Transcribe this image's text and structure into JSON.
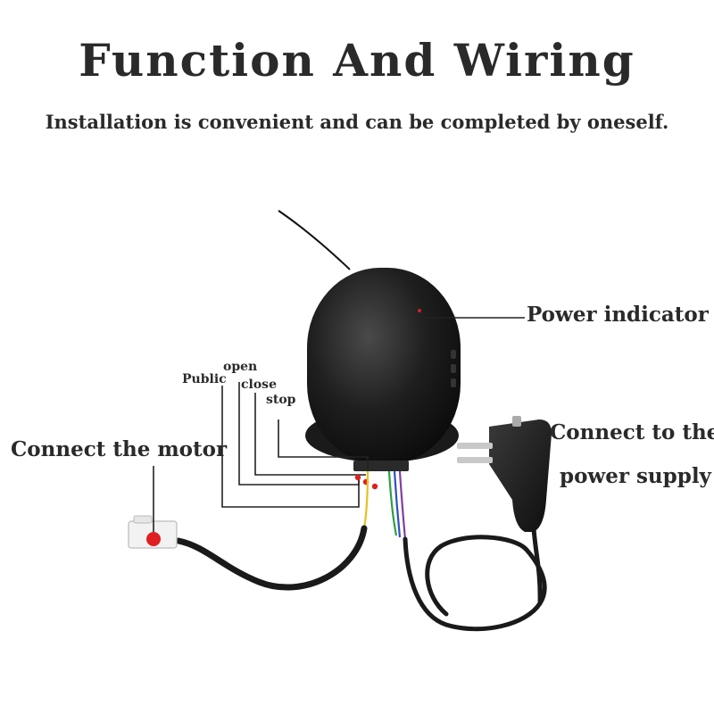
{
  "header": {
    "title": "Function And Wiring",
    "subtitle": "Installation is convenient and can be completed by oneself."
  },
  "labels": {
    "power_indicator": "Power indicator",
    "connect_motor": "Connect the motor",
    "power_supply_line1": "Connect to the",
    "power_supply_line2": "power supply",
    "public": "Public",
    "open": "open",
    "close": "close",
    "stop": "stop"
  },
  "colors": {
    "device_body": "#1c1c1c",
    "indicator_dot": "#cc2222",
    "callout_line": "#222222",
    "wire_red": "#e02020",
    "wire_yellow": "#e8c020",
    "wire_green": "#30a040",
    "wire_blue": "#3050c0",
    "wire_purple": "#8040a0"
  }
}
